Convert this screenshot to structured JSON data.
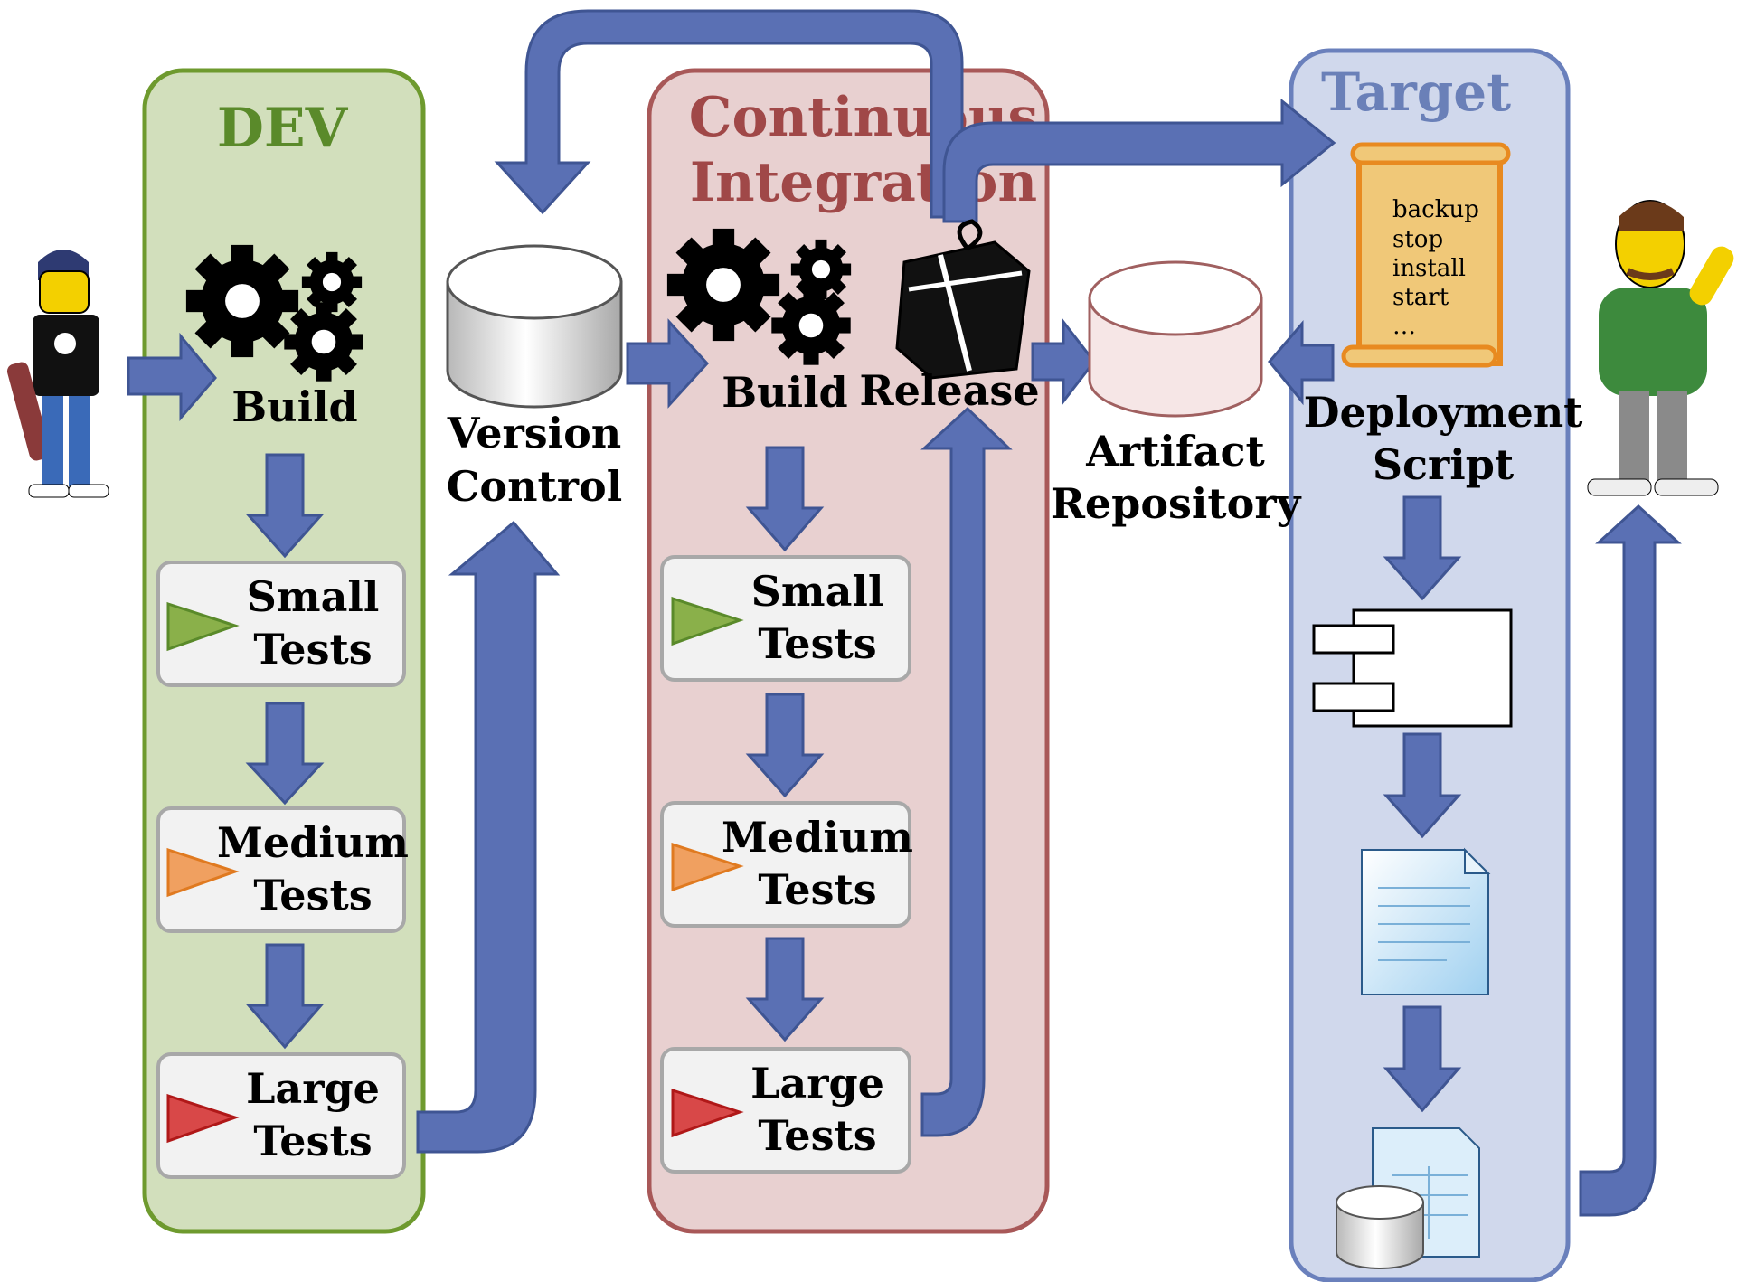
{
  "lanes": {
    "dev": {
      "title": "DEV",
      "color": "#5a8a2a"
    },
    "ci": {
      "title_line1": "Continuous",
      "title_line2": "Integration",
      "color": "#a04848"
    },
    "target": {
      "title": "Target",
      "color": "#6a80b8"
    }
  },
  "dev": {
    "build": "Build",
    "small": [
      "Small",
      "Tests"
    ],
    "medium": [
      "Medium",
      "Tests"
    ],
    "large": [
      "Large",
      "Tests"
    ]
  },
  "version_control": [
    "Version",
    "Control"
  ],
  "ci": {
    "build": "Build",
    "release": "Release",
    "small": [
      "Small",
      "Tests"
    ],
    "medium": [
      "Medium",
      "Tests"
    ],
    "large": [
      "Large",
      "Tests"
    ]
  },
  "artifact_repository": [
    "Artifact",
    "Repository"
  ],
  "deployment_script": {
    "label": [
      "Deployment",
      "Script"
    ],
    "lines": [
      "backup",
      "stop",
      "install",
      "start",
      "…"
    ]
  },
  "colors": {
    "arrow": "#5a70b4",
    "arrow_stroke": "#3f5593",
    "small": "#8ab04a",
    "medium": "#f0a060",
    "large": "#d84848"
  }
}
